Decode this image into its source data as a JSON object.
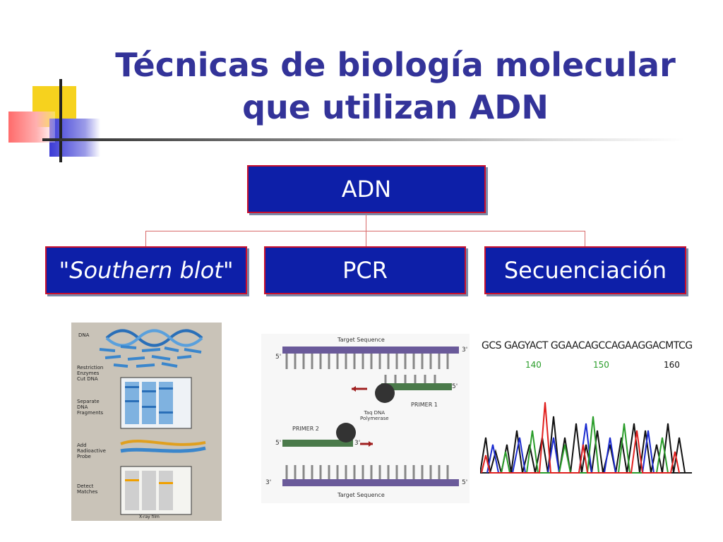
{
  "title": {
    "line1": "Técnicas de biología molecular",
    "line2": "que utilizan ADN"
  },
  "root": {
    "label": "ADN"
  },
  "children": [
    {
      "label": "\"Southern blot\""
    },
    {
      "label": "PCR"
    },
    {
      "label": "Secuenciación"
    }
  ],
  "southern_blot_figure": {
    "dna": "DNA",
    "restriction": [
      "Restriction",
      "Enzymes",
      "Cut DNA"
    ],
    "separate": [
      "Separate",
      "DNA",
      "Fragments"
    ],
    "probe": [
      "Add",
      "Radioactive",
      "Probe"
    ],
    "detect": [
      "Detect",
      "Matches"
    ],
    "film": "X-ray film"
  },
  "pcr_figure": {
    "target_top": "Target Sequence",
    "target_bottom": "Target Sequence",
    "primer1": "PRIMER 1",
    "primer2": "PRIMER 2",
    "polymerase": [
      "Taq DNA",
      "Polymerase"
    ],
    "five_prime": "5'",
    "three_prime": "3'"
  },
  "sequencing_figure": {
    "sequence": "GCS GAGYACT GGAACAGCCAGAAGGACMTCG",
    "positions": [
      "140",
      "150",
      "160"
    ],
    "colors": {
      "A": "#2a9d2a",
      "C": "#1a2bd0",
      "G": "#111111",
      "T": "#e0201e"
    }
  }
}
